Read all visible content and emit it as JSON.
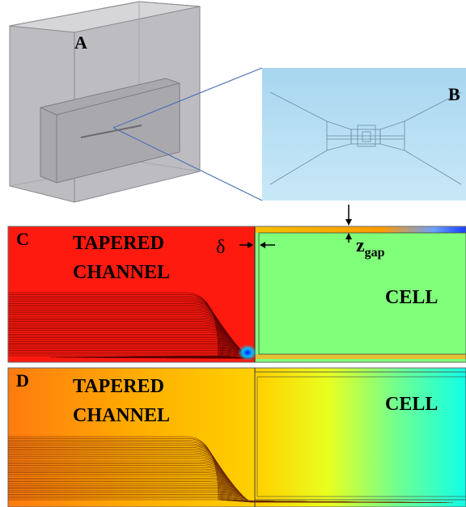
{
  "panels": {
    "a": {
      "letter": "A"
    },
    "b": {
      "letter": "B"
    },
    "c": {
      "letter": "C",
      "channel_line1": "TAPERED",
      "channel_line2": "CHANNEL",
      "cell_label": "CELL",
      "delta_label": "δ",
      "zgap_main": "z",
      "zgap_sub": "gap"
    },
    "d": {
      "letter": "D",
      "channel_line1": "TAPERED",
      "channel_line2": "CHANNEL",
      "cell_label": "CELL"
    }
  },
  "colors": {
    "panel_c_channel": "#ff1a10",
    "panel_c_cell": "#80ff7a",
    "panel_b_background": "#b2dcf2",
    "box_gray": "#b9b9bd"
  }
}
